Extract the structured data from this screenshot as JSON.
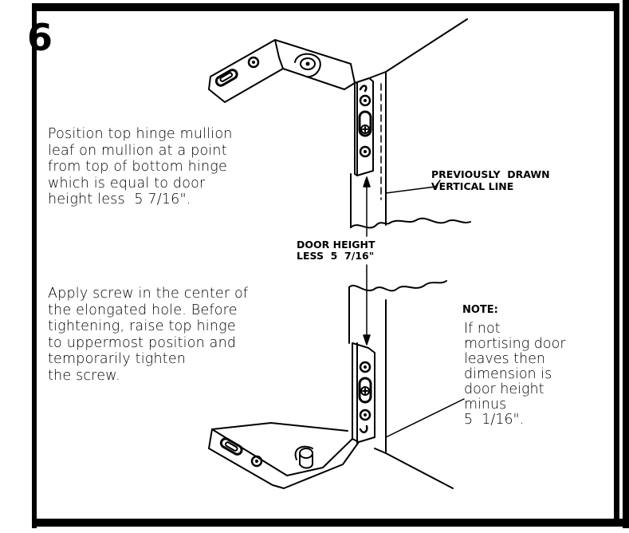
{
  "step_number": "6",
  "instruction_top": "Position top hinge mullion\nleaf on mullion at a point\nfrom top of bottom hinge\nwhich is equal to door\nheight less  5 7/16\".",
  "instruction_bottom": "Apply screw in the center of\nthe elongated hole. Before\ntightening, raise top hinge\nto uppermost position and\ntemporarily tighten\nthe screw.",
  "callout_label": "PREVIOUSLY  DRAWN\nVERTICAL LINE",
  "dimension_label": "DOOR HEIGHT\nLESS  5  7/16\"",
  "note": {
    "heading": "NOTE:",
    "body": "If not\nmortising door\nleaves then\ndimension is\ndoor height\nminus\n5  1/16\"."
  }
}
